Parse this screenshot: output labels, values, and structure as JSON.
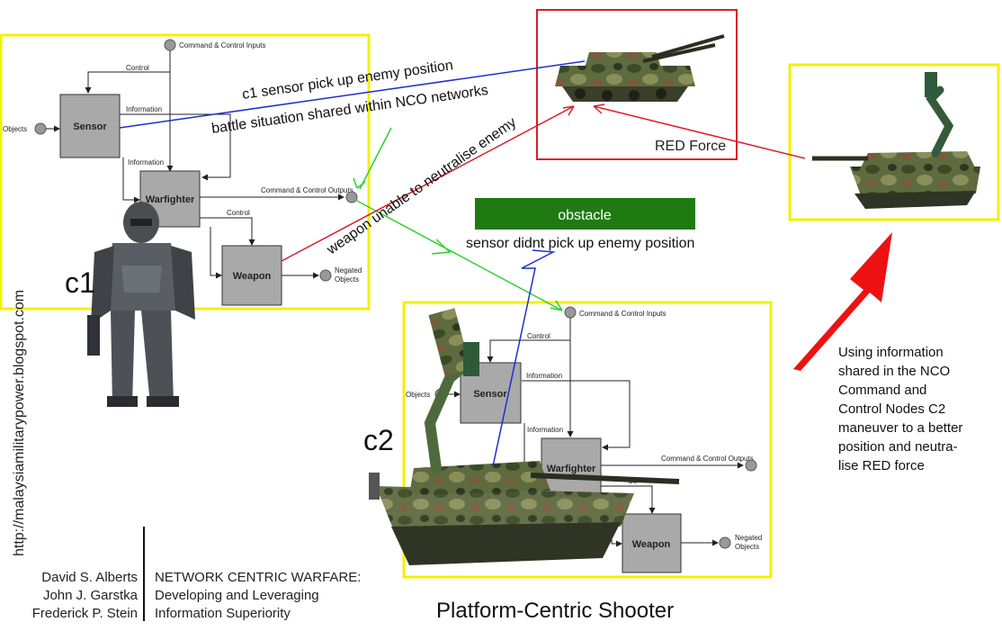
{
  "diagram_c1": {
    "node_label": "c1",
    "inputs_label": "Command & Control Inputs",
    "control_label": "Control",
    "information_label": "Information",
    "information2_label": "Information",
    "objects_label": "Objects",
    "sensor_label": "Sensor",
    "warfighter_label": "Warfighter",
    "weapon_label": "Weapon",
    "outputs_label": "Command & Control Outputs",
    "control2_label": "Control",
    "negated_label_1": "Negated",
    "negated_label_2": "Objects"
  },
  "diagram_c2": {
    "node_label": "c2",
    "inputs_label": "Command & Control Inputs",
    "control_label": "Control",
    "information_label": "Information",
    "information2_label": "Information",
    "objects_label": "Objects",
    "sensor_label": "Sensor",
    "warfighter_label": "Warfighter",
    "weapon_label": "Weapon",
    "outputs_label": "Command & Control Outputs",
    "control2_label": "Co",
    "negated_label_1": "Negated",
    "negated_label_2": "Objects"
  },
  "annotations": {
    "sensor_pickup": "c1 sensor pick up enemy position",
    "shared": "battle situation shared within NCO networks",
    "weapon_unable": "weapon unable to neutralise enemy",
    "red_force": "RED Force",
    "obstacle": "obstacle",
    "sensor_miss": "sensor didnt pick up enemy position",
    "maneuver_lines": [
      "Using information",
      "shared in the NCO",
      "Command and",
      "Control Nodes C2",
      "maneuver to a better",
      "position and neutra-",
      "lise RED force"
    ],
    "platform_centric": "Platform-Centric Shooter",
    "website": "http://malaysiamilitarypower.blogspot.com"
  },
  "citation": {
    "authors": [
      "David S. Alberts",
      "John J. Garstka",
      "Frederick P. Stein"
    ],
    "title_lines": [
      "NETWORK CENTRIC WARFARE:",
      "Developing and Leveraging",
      "Information Superiority"
    ]
  },
  "colors": {
    "frame_yellow": "#f4f000",
    "frame_red": "#d81f2a",
    "box_gray": "#a9a9a9",
    "obstacle_green": "#1f7a12",
    "blue_line": "#1f2fd0",
    "green_line": "#2fd12f",
    "red_line": "#d81f2a",
    "big_arrow": "#ee1111"
  }
}
